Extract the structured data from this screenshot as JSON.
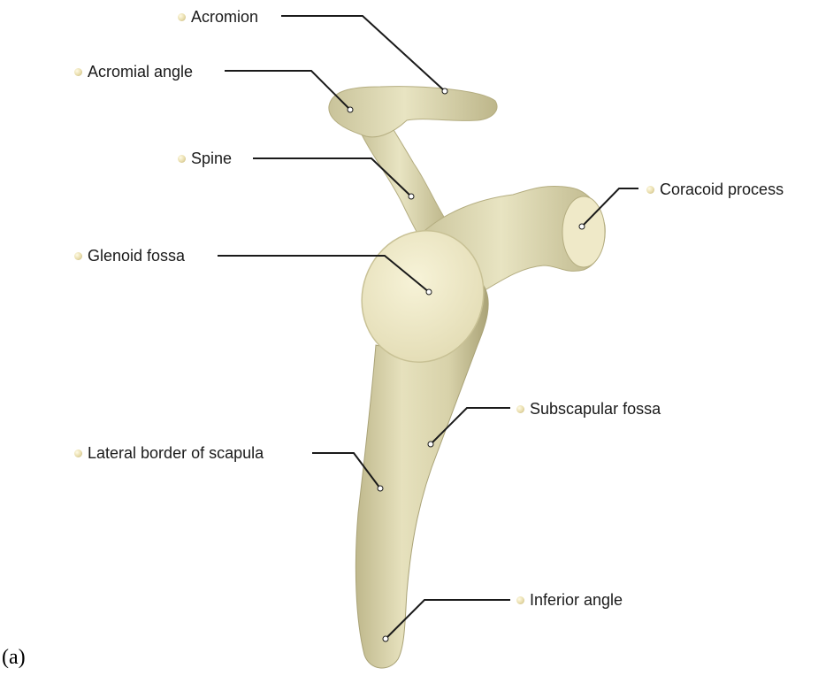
{
  "diagram": {
    "panel_label": "(a)",
    "bone_color": "#e6e1bd",
    "labels": {
      "acromion": "Acromion",
      "acromial_angle": "Acromial angle",
      "spine": "Spine",
      "coracoid_process": "Coracoid process",
      "glenoid_fossa": "Glenoid fossa",
      "subscapular_fossa": "Subscapular fossa",
      "lateral_border": "Lateral border of scapula",
      "inferior_angle": "Inferior angle"
    }
  }
}
